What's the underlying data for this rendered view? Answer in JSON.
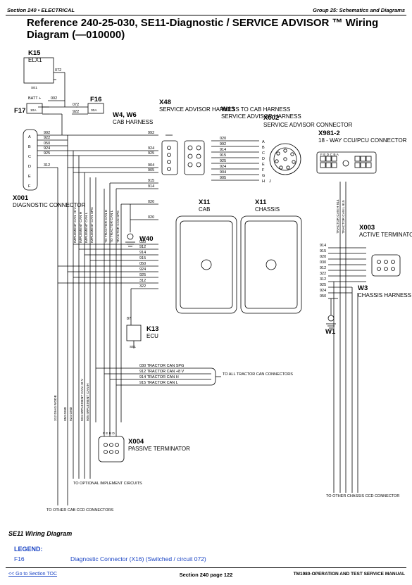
{
  "header": {
    "left": "Section 240 • ELECTRICAL",
    "right": "Group 25: Schematics and Diagrams"
  },
  "title": "Reference 240-25-030, SE11-Diagnostic / SERVICE ADVISOR ™ Wiring Diagram (—010000)",
  "components": {
    "k15": {
      "id": "K15",
      "name": "ELX1"
    },
    "f16": {
      "id": "F16",
      "rating": "30A"
    },
    "f17": {
      "id": "F17",
      "rating": "10A"
    },
    "x001": {
      "id": "X001",
      "name": "DIAGNOSTIC CONNECTOR"
    },
    "w4w6": {
      "id": "W4, W6",
      "name": "CAB HARNESS"
    },
    "x48": {
      "id": "X48",
      "name": "SERVICE ADVISOR HARNESS TO CAB HARNESS"
    },
    "w13": {
      "id": "W13",
      "name": "SERVICE ADVISOR HARNESS"
    },
    "x002": {
      "id": "X002",
      "name": "SERVICE ADVISOR CONNECTOR"
    },
    "x9812": {
      "id": "X981-2",
      "name": "18 - WAY CCU/PCU CONNECTOR"
    },
    "x11cab": {
      "id": "X11",
      "name": "CAB"
    },
    "x11chassis": {
      "id": "X11",
      "name": "CHASSIS"
    },
    "w40": {
      "id": "W40"
    },
    "x003": {
      "id": "X003",
      "name": "ACTIVE TERMINATOR"
    },
    "w3": {
      "id": "W3",
      "name": "CHASSIS HARNESS"
    },
    "w1": {
      "id": "W1"
    },
    "k13": {
      "id": "K13",
      "name": "ECU"
    },
    "x004": {
      "id": "X004",
      "name": "PASSIVE TERMINATOR"
    },
    "se1": "SE1",
    "batt": "BATT +"
  },
  "wires": {
    "w072": "072",
    "w002": "002",
    "w922": "922",
    "w992": "992",
    "w050": "050",
    "w924": "924",
    "w925": "925",
    "w312": "312",
    "w904": "904",
    "w905": "905",
    "w914": "914",
    "w915": "915",
    "w020": "020",
    "w912": "912",
    "w322": "322",
    "w030": "030",
    "w87": "87"
  },
  "pins": {
    "x001": [
      "A",
      "B",
      "C",
      "D",
      "E",
      "F"
    ],
    "x002": [
      "A",
      "B",
      "C",
      "D",
      "E",
      "F",
      "G",
      "H",
      "J"
    ],
    "x9812": "F E D        C B A",
    "x004": "F E B D"
  },
  "vertical_labels": [
    "IMPLEMENT CAN +8 V",
    "IMPLEMENT CAN H",
    "IMPLEMENT CAN L",
    "IMPLEMENT CAN SPG",
    "TO TRACTOR CAN H",
    "TO TRACTOR CAN L",
    "TRACTOR CAN SPG",
    "312 DIAG MODE",
    "050 GND",
    "924 GND",
    "904 IMPLEMENT CAN +8 V",
    "905 IMPLEMENT CAN H",
    "TRACTOR CAN H 914",
    "TRACTOR CAN L 915"
  ],
  "can_bus": {
    "rows": [
      "030  TRACTOR  CAN SPG",
      "912  TRACTOR  CAN +8 V",
      "914  TRACTOR  CAN H",
      "915  TRACTOR  CAN L"
    ],
    "note": "TO ALL TRACTOR CAN CONNECTORS"
  },
  "notes": {
    "optional": "TO OPTIONAL IMPLEMENT CIRCUITS",
    "cab_ccd": "TO OTHER CAB CCD CONNECTORS",
    "chassis_ccd": "TO OTHER CHASSIS CCD CONNECTOR"
  },
  "caption": "SE11 Wiring Diagram",
  "legend": {
    "title": "LEGEND:",
    "items": [
      {
        "key": "F16",
        "value": "Diagnostic Connector (X16) (Switched / circuit 072)"
      }
    ]
  },
  "footer": {
    "link": "<< Go to Section TOC",
    "page": "Section 240 page 122",
    "manual": "TM1980-OPERATION AND TEST SERVICE MANUAL"
  }
}
